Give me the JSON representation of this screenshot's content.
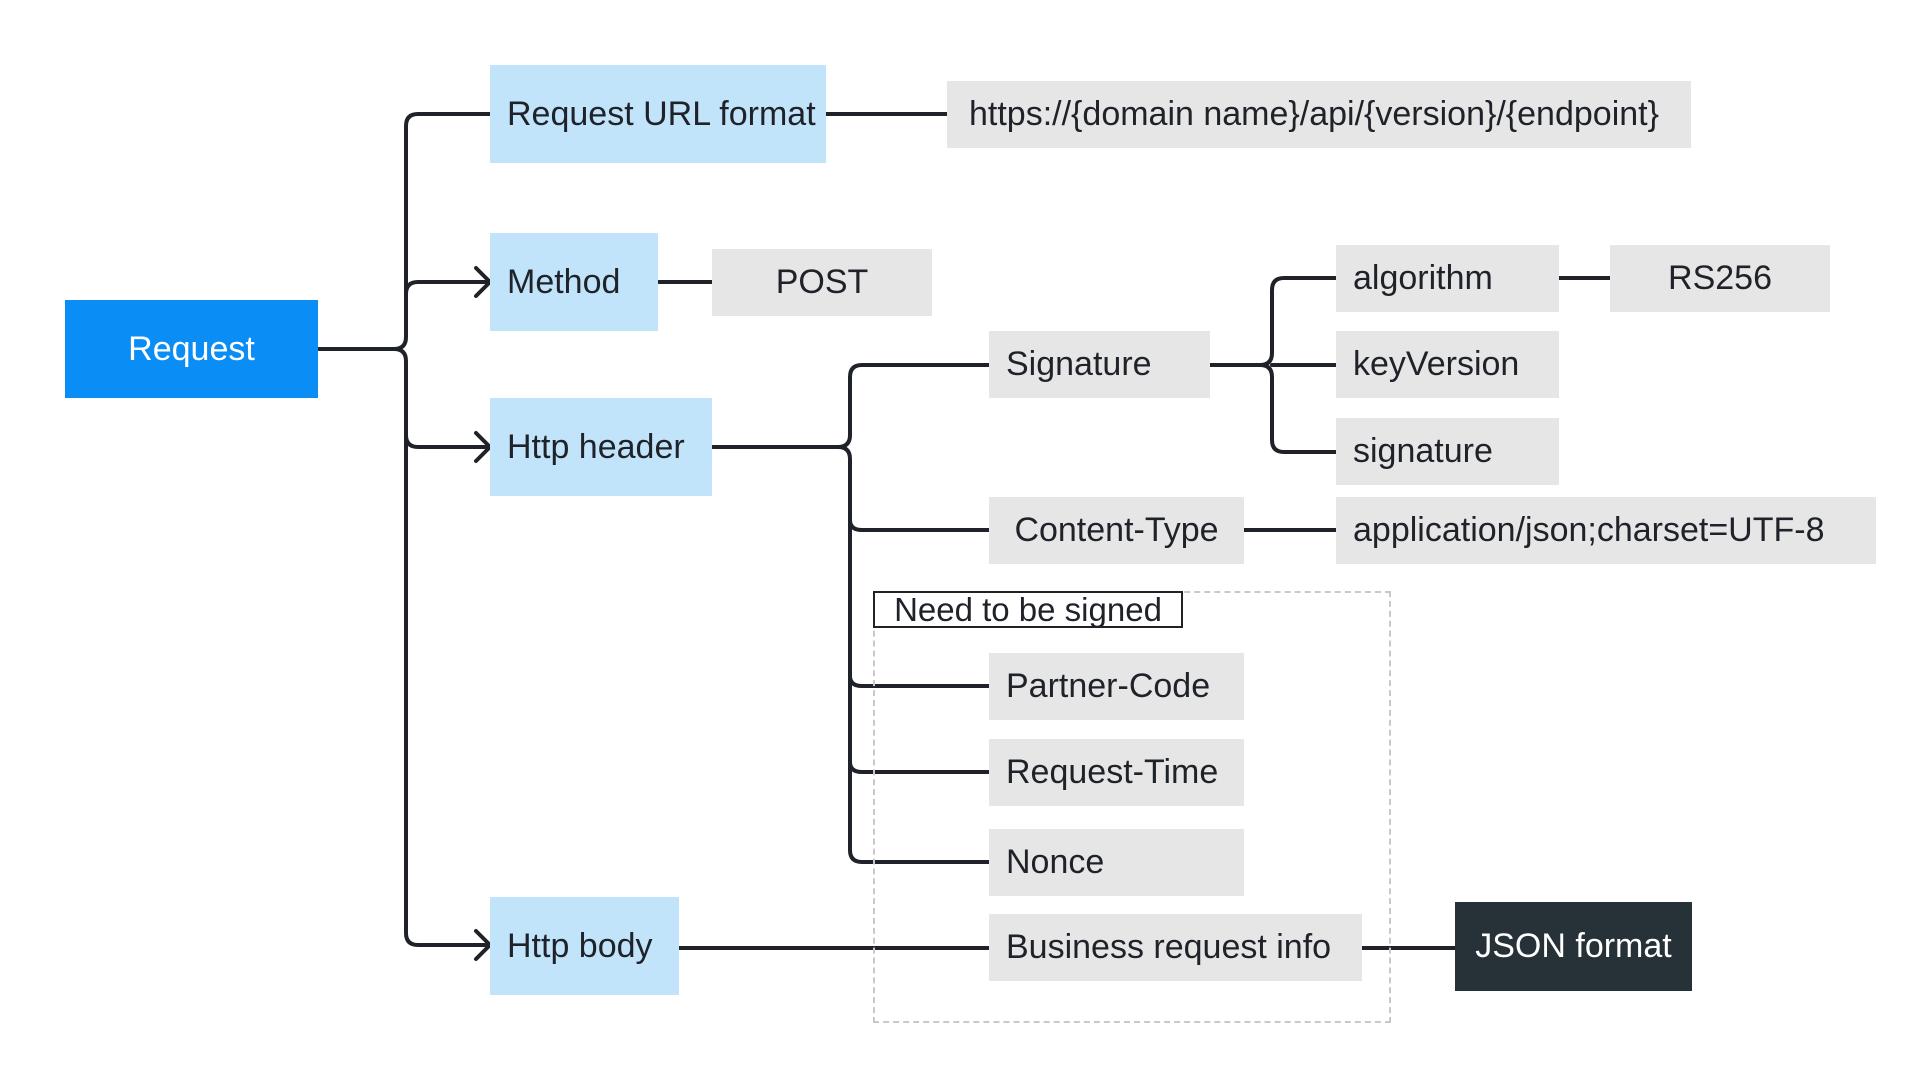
{
  "root": {
    "label": "Request"
  },
  "url": {
    "label": "Request URL format",
    "value": "https://{domain name}/api/{version}/{endpoint}"
  },
  "method": {
    "label": "Method",
    "value": "POST"
  },
  "header": {
    "label": "Http header",
    "signature": {
      "label": "Signature",
      "fields": {
        "algorithm": "algorithm",
        "algorithm_value": "RS256",
        "key_version": "keyVersion",
        "signature": "signature"
      }
    },
    "content_type": {
      "label": "Content-Type",
      "value": "application/json;charset=UTF-8"
    },
    "signed_group": {
      "title": "Need to be signed",
      "items": [
        "Partner-Code",
        "Request-Time",
        "Nonce"
      ]
    }
  },
  "body": {
    "label": "Http body",
    "info": "Business request info",
    "format": "JSON format"
  },
  "colors": {
    "root": "#0a8df5",
    "level1": "#c1e4fb",
    "leaf": "#e6e6e6",
    "dark": "#263238",
    "line": "#1f2329",
    "dashed": "#c9c9c9"
  }
}
